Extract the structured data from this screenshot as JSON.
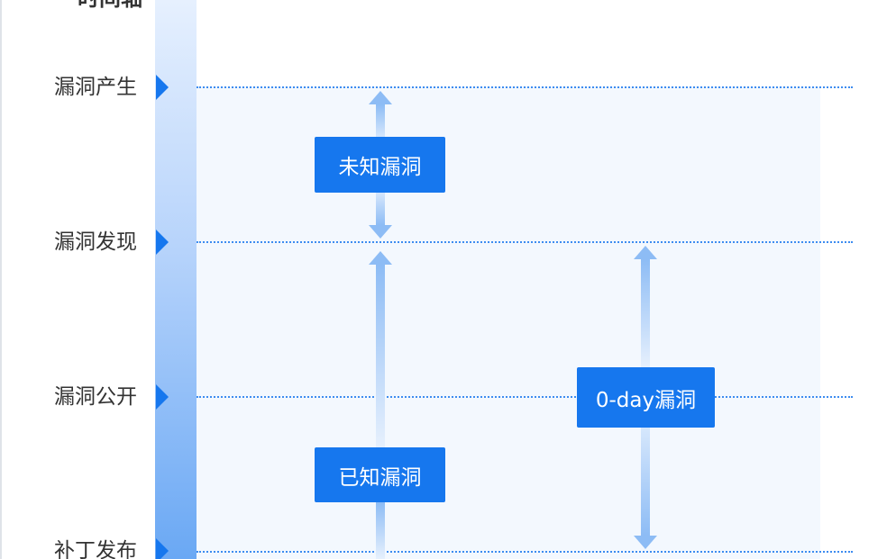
{
  "axis": {
    "title": "时间轴"
  },
  "milestones": [
    "漏洞产生",
    "漏洞发现",
    "漏洞公开",
    "补丁发布"
  ],
  "phases": {
    "unknown": "未知漏洞",
    "known": "已知漏洞",
    "zero_day": "0-day漏洞"
  },
  "colors": {
    "accent": "#1677ee",
    "line": "#3d8cf0",
    "arrow": "#8dbcf5",
    "panel": "#f3f8fe"
  }
}
